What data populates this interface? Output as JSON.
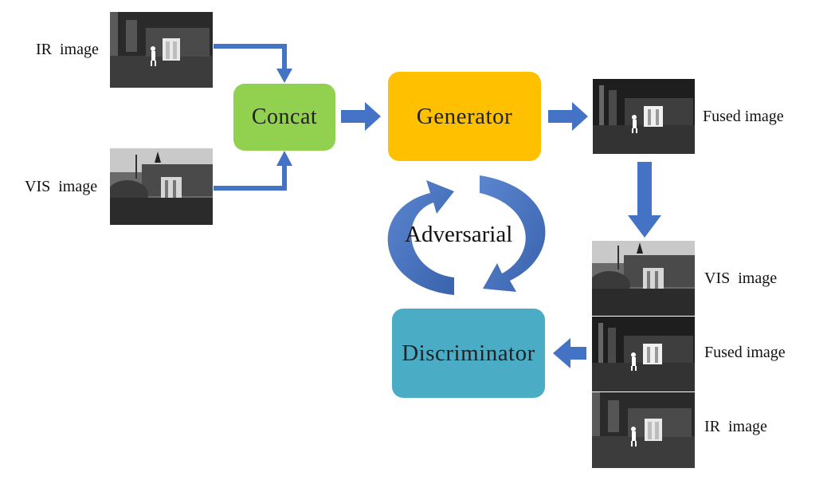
{
  "labels": {
    "ir_left": "IR  image",
    "vis_left": "VIS  image",
    "fused_right": "Fused image",
    "vis_right": "VIS  image",
    "fused_right2": "Fused image",
    "ir_right": "IR  image"
  },
  "boxes": {
    "concat": "Concat",
    "generator": "Generator",
    "discriminator": "Discriminator",
    "adversarial": "Adversarial"
  },
  "colors": {
    "concat": "#92d050",
    "generator": "#ffc000",
    "discriminator": "#4bacc6",
    "arrow": "#4472c4"
  },
  "icons": {
    "ir_thumb": "thermal-infrared-photo",
    "vis_thumb": "visible-light-photo",
    "fused_thumb": "fused-photo"
  }
}
